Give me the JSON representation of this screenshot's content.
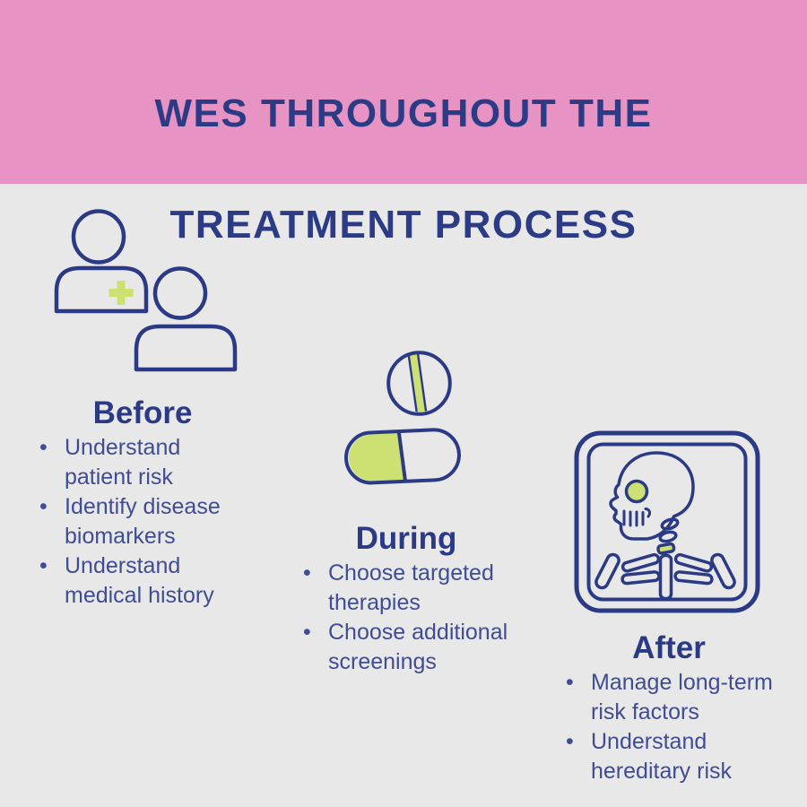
{
  "header": {
    "title_line1": "WES THROUGHOUT THE",
    "title_line2": "TREATMENT PROCESS"
  },
  "ui": {
    "bullet_char": "•"
  },
  "colors": {
    "header_pink": "#e794c5",
    "background_gray": "#e9e8e8",
    "navy": "#2b3a85",
    "body_text": "#3f4c96",
    "accent_green": "#cde172"
  },
  "sections": [
    {
      "id": "before",
      "heading": "Before",
      "icon": "doctor-patient-icon",
      "bullets": [
        "Understand\npatient risk",
        "Identify disease\nbiomarkers",
        "Understand\nmedical history"
      ]
    },
    {
      "id": "during",
      "heading": "During",
      "icon": "pill-capsule-icon",
      "bullets": [
        "Choose targeted\ntherapies",
        "Choose additional\nscreenings"
      ]
    },
    {
      "id": "after",
      "heading": "After",
      "icon": "xray-skeleton-icon",
      "bullets": [
        "Manage long-term\nrisk factors",
        "Understand\nhereditary risk"
      ]
    }
  ]
}
